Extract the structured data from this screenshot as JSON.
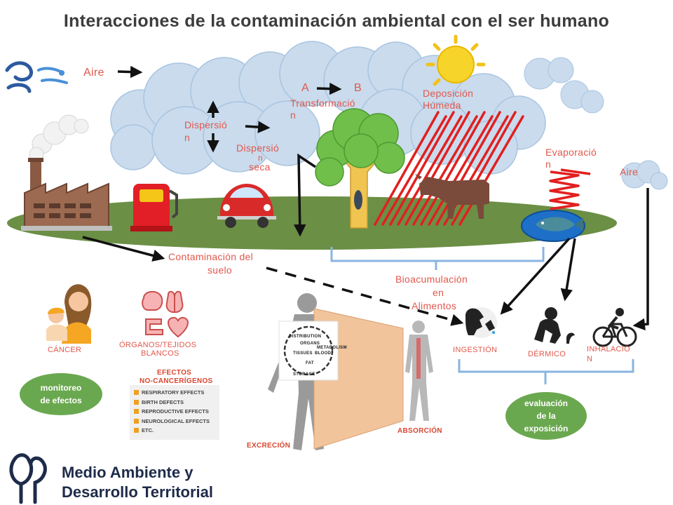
{
  "title": "Interacciones de la contaminación ambiental con el ser humano",
  "labels": {
    "aire_left": "Aire",
    "a": "A",
    "b": "B",
    "transformacion_1": "Transformació",
    "transformacion_2": "n",
    "deposicion_1": "Deposición",
    "deposicion_2": "Húmeda",
    "dispersion_1": "Dispersió",
    "dispersion_2": "n",
    "dispersion_seca_1": "Dispersió",
    "dispersion_seca_2": "n",
    "dispersion_seca_3": "seca",
    "evaporacion_1": "Evaporació",
    "evaporacion_2": "n",
    "aire_right": "Aire",
    "contaminacion_1": "Contaminación del",
    "contaminacion_2": "suelo",
    "bioacumulacion_1": "Bioacumulación",
    "bioacumulacion_2": "en",
    "bioacumulacion_3": "Alimentos",
    "cancer": "CÁNCER",
    "organos_1": "ÓRGANOS/TEJIDOS",
    "organos_2": "BLANCOS",
    "efectos_1": "EFECTOS",
    "efectos_2": "NO-CANCERÍGENOS",
    "ingestion": "INGESTIÓN",
    "dermico": "DÉRMICO",
    "inhalacion_1": "INHALACIÓ",
    "inhalacion_2": "N",
    "excrecion": "EXCRECIÓN",
    "absorcion": "ABSORCIÓN"
  },
  "body_wheel": {
    "distribution": "DISTRIBUTION",
    "metabolism": "METABOLISM",
    "storage": "STORAGE",
    "organs": "ORGANS",
    "tissues": "TISSUES",
    "blood": "BLOOD",
    "fat": "FAT"
  },
  "effects_list": [
    "RESPIRATORY EFFECTS",
    "BIRTH DEFECTS",
    "REPRODUCTIVE EFFECTS",
    "NEUROLOGICAL EFFECTS",
    "ETC."
  ],
  "pills": {
    "monitoreo_1": "monitoreo",
    "monitoreo_2": "de efectos",
    "evaluacion_1": "evaluación",
    "evaluacion_2": "de la",
    "evaluacion_3": "exposición"
  },
  "brand": {
    "line1": "Medio Ambiente y",
    "line2": "Desarrollo Territorial"
  },
  "colors": {
    "ground": "#6b8f45",
    "rain": "#e21f1f",
    "pill": "#6aa84f",
    "label_red": "#e2574c",
    "cloud": "#c9dbed",
    "brand": "#1e2b4a"
  }
}
